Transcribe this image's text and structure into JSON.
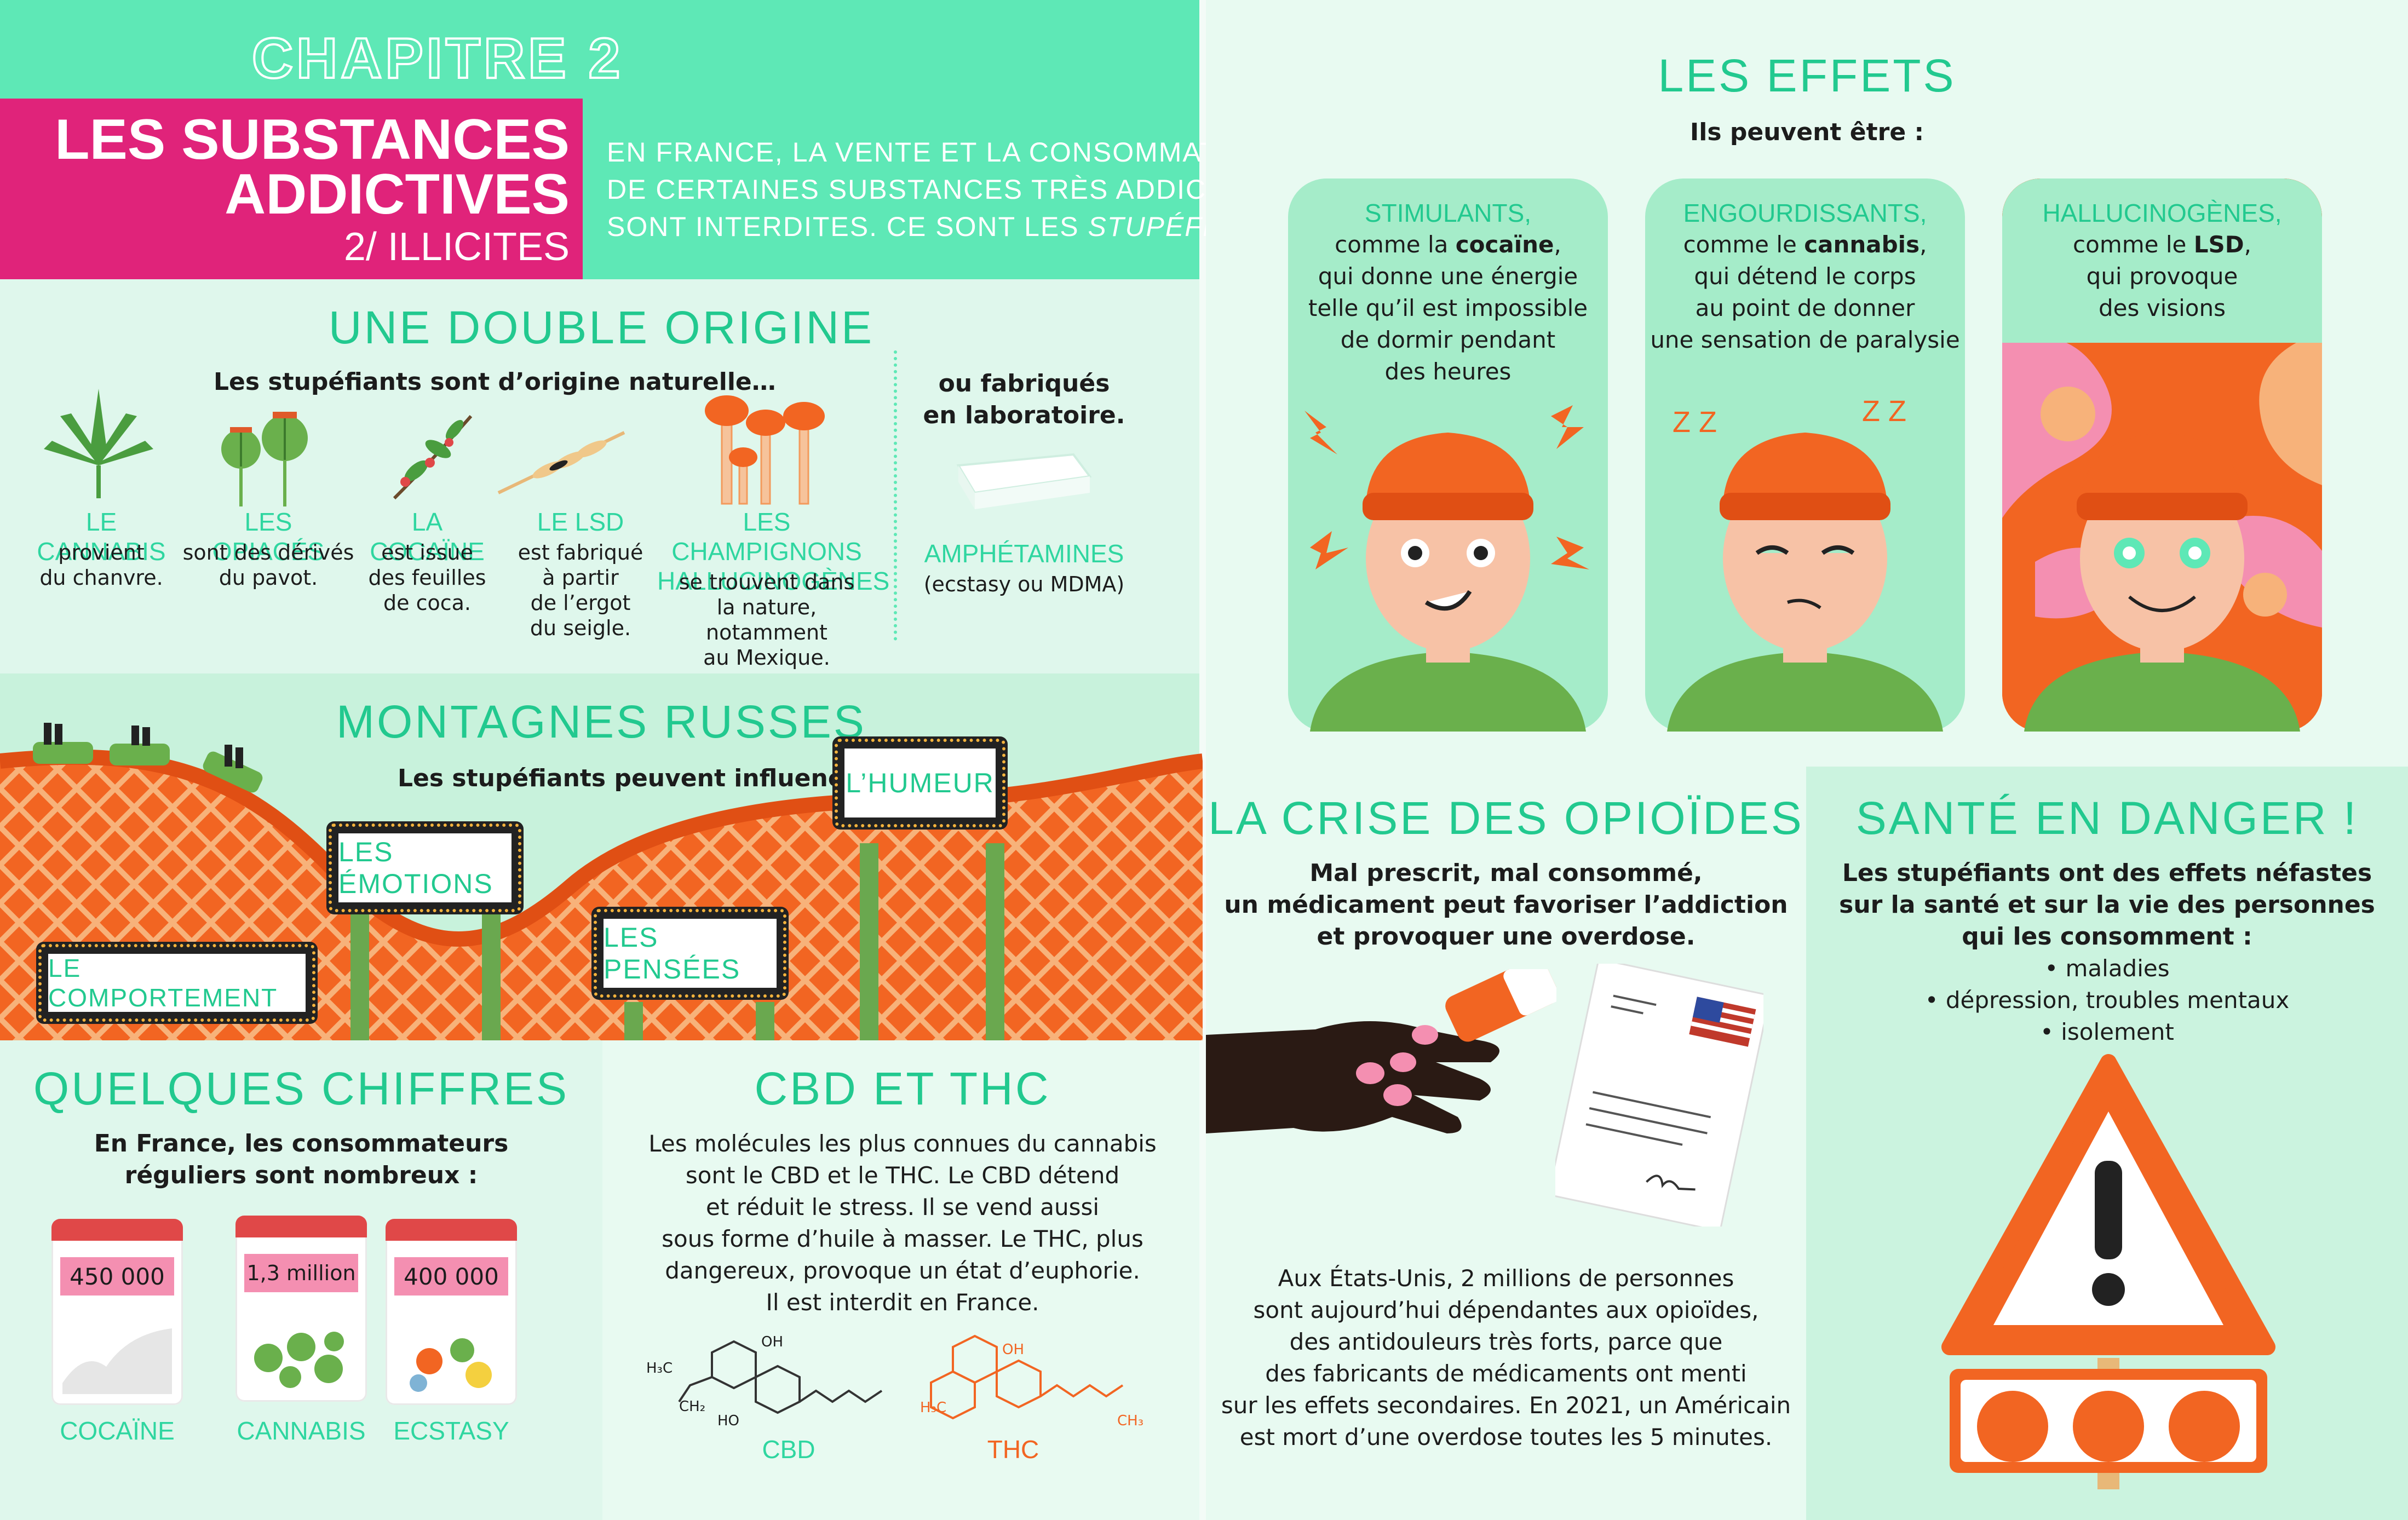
{
  "header": {
    "chapter": "CHAPITRE 2",
    "title_line1": "LES SUBSTANCES",
    "title_line2": "ADDICTIVES",
    "subtitle": "2/ ILLICITES",
    "intro_line1": "EN FRANCE, LA VENTE ET LA CONSOMMATION",
    "intro_line2": "DE CERTAINES SUBSTANCES TRÈS ADDICTIVES",
    "intro_line3_start": "SONT INTERDITES. CE SONT LES ",
    "intro_line3_emph": "STUPÉFIANTS."
  },
  "origin": {
    "title": "UNE DOUBLE ORIGINE",
    "natural_heading": "Les stupéfiants sont d’origine naturelle…",
    "lab_heading_line1": "ou fabriqués",
    "lab_heading_line2": "en laboratoire.",
    "items": [
      {
        "name": "LE CANNABIS",
        "desc": [
          "provient",
          "du chanvre."
        ]
      },
      {
        "name": "LES OPIACÉS",
        "desc": [
          "sont des dérivés",
          "du pavot."
        ]
      },
      {
        "name": "LA COCAÏNE",
        "desc": [
          "est issue",
          "des feuilles",
          "de coca."
        ]
      },
      {
        "name": "LE LSD",
        "desc": [
          "est fabriqué",
          "à partir",
          "de l’ergot",
          "du seigle."
        ]
      },
      {
        "name_line1": "LES CHAMPIGNONS",
        "name_line2": "HALLUCINOGÈNES",
        "desc": [
          "se trouvent dans",
          "la nature, notamment",
          "au Mexique."
        ]
      }
    ],
    "lab_item": {
      "name": "AMPHÉTAMINES",
      "desc": "(ecstasy ou MDMA)"
    }
  },
  "rollercoaster": {
    "title": "MONTAGNES RUSSES",
    "heading": "Les stupéfiants peuvent influencer :",
    "signs": {
      "humeur": "L’HUMEUR",
      "emotions": "LES ÉMOTIONS",
      "pensees": "LES PENSÉES",
      "comportement": "LE COMPORTEMENT"
    }
  },
  "figures": {
    "title": "QUELQUES CHIFFRES",
    "heading_line1": "En France, les consommateurs",
    "heading_line2": "réguliers sont nombreux :",
    "bags": [
      {
        "value": "450 000",
        "name": "COCAÏNE"
      },
      {
        "value": "1,3 million",
        "name": "CANNABIS"
      },
      {
        "value": "400 000",
        "name": "ECSTASY"
      }
    ]
  },
  "cbd": {
    "title": "CBD ET THC",
    "lines": [
      "Les molécules les plus connues du cannabis",
      "sont le CBD et le THC. Le CBD détend",
      "et réduit le stress. Il se vend aussi",
      "sous forme d’huile à masser. Le THC, plus",
      "dangereux, provoque un état d’euphorie.",
      "Il est interdit en France."
    ],
    "molecule1": "CBD",
    "molecule2": "THC",
    "atoms": {
      "h3c": "H₃C",
      "ch2": "CH₂",
      "ho": "HO",
      "oh": "OH",
      "ch3": "CH₃"
    }
  },
  "effects": {
    "title": "LES EFFETS",
    "heading": "Ils peuvent être :",
    "cards": [
      {
        "name": "STIMULANTS,",
        "l1_pre": "comme la ",
        "l1_bold": "cocaïne",
        "l1_post": ",",
        "rest": [
          "qui donne une énergie",
          "telle qu’il est impossible",
          "de dormir pendant",
          "des heures"
        ]
      },
      {
        "name": "ENGOURDISSANTS,",
        "l1_pre": "comme le ",
        "l1_bold": "cannabis",
        "l1_post": ",",
        "rest": [
          "qui détend le corps",
          "au point de donner",
          "une sensation de paralysie"
        ]
      },
      {
        "name": "HALLUCINOGÈNES,",
        "l1_pre": "comme le ",
        "l1_bold": "LSD",
        "l1_post": ",",
        "rest": [
          "qui provoque",
          "des visions"
        ]
      }
    ],
    "zzz": "Z Z"
  },
  "opioids": {
    "title": "LA CRISE DES OPIOÏDES",
    "heading": [
      "Mal prescrit, mal consommé,",
      "un médicament peut favoriser l’addiction",
      "et provoquer une overdose."
    ],
    "body": [
      "Aux États-Unis, 2 millions de personnes",
      "sont aujourd’hui dépendantes aux opioïdes,",
      "des antidouleurs très forts, parce que",
      "des fabricants de médicaments ont menti",
      "sur les effets secondaires. En 2021, un Américain",
      "est mort d’une overdose toutes les 5 minutes."
    ]
  },
  "danger": {
    "title": "SANTÉ EN DANGER !",
    "heading": [
      "Les stupéfiants ont des effets néfastes",
      "sur la santé et sur la vie des personnes",
      "qui les consomment :"
    ],
    "bullets": [
      "• maladies",
      "• dépression, troubles mentaux",
      "• isolement"
    ],
    "icons": [
      "thermometer-head-icon",
      "sad-face-icon",
      "house-head-icon"
    ]
  },
  "colors": {
    "mint": "#5ee8b6",
    "mint_light": "#dff7ec",
    "magenta": "#e0237a",
    "teal_text": "#22c98f",
    "orange": "#f26522",
    "card_green": "#a5ecc9"
  }
}
